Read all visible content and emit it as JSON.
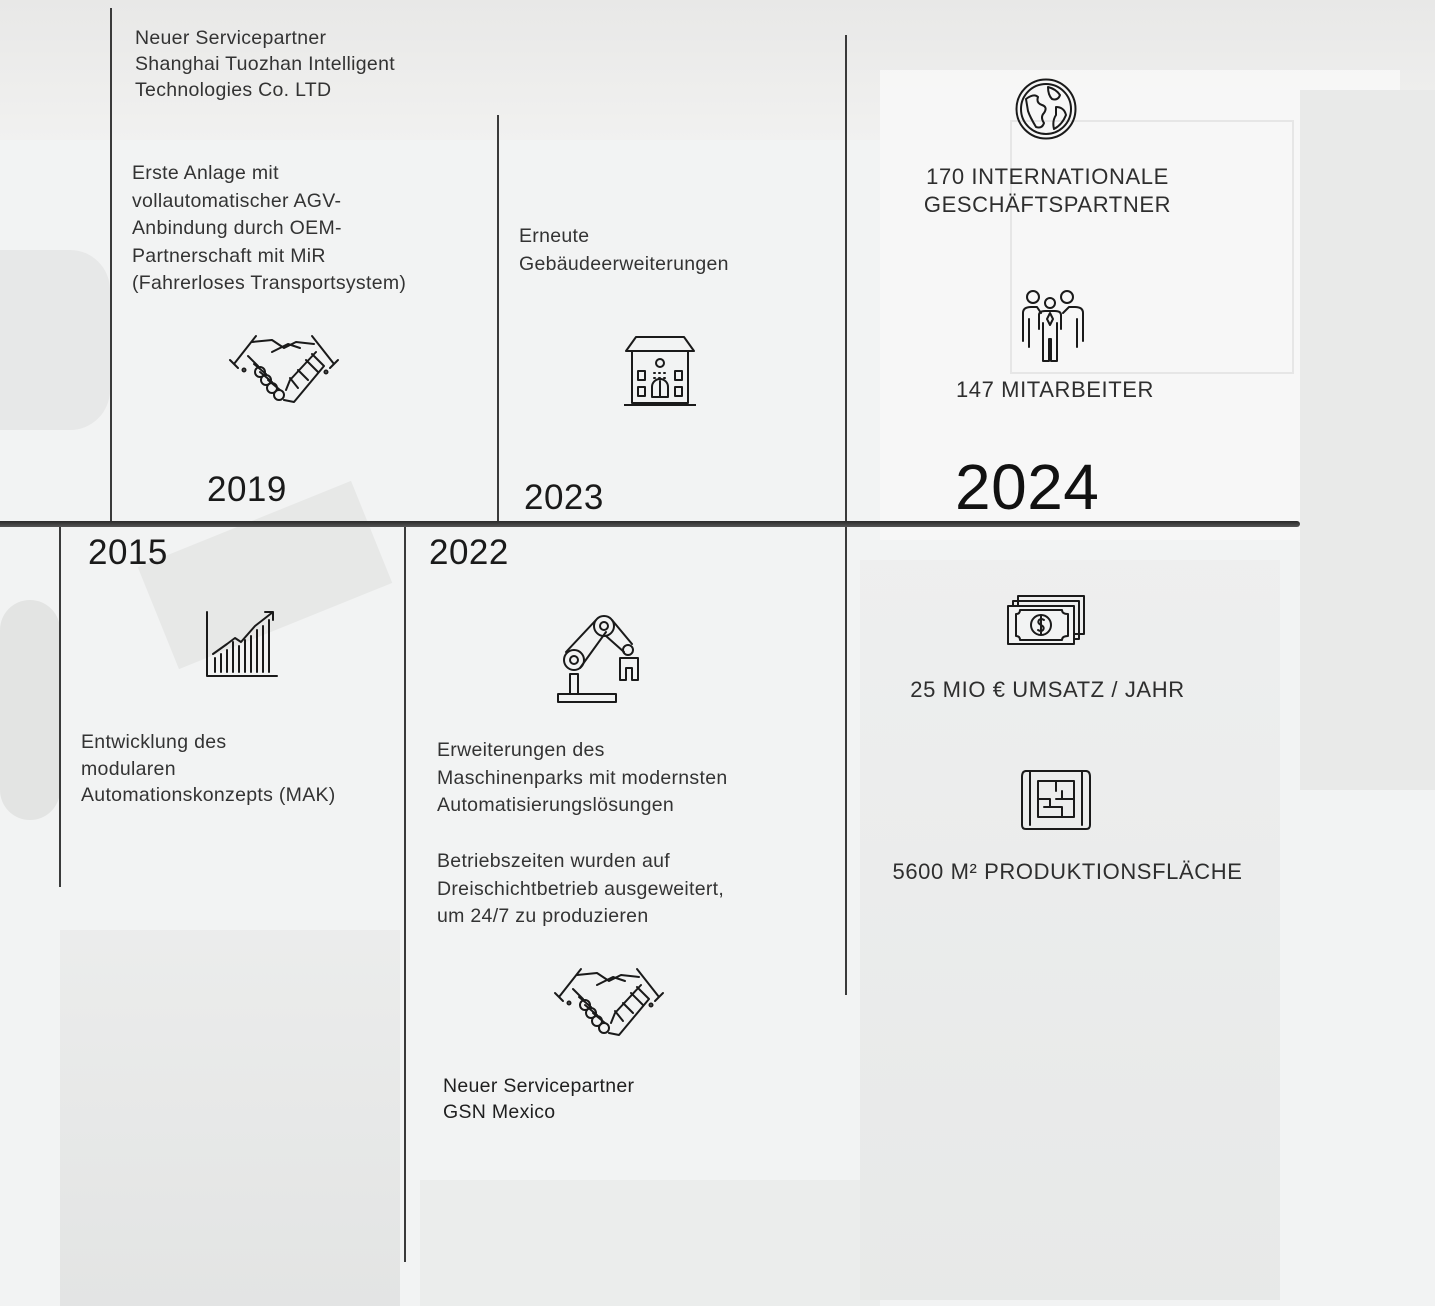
{
  "milestones": {
    "m2019_partner": "Neuer Servicepartner\nShanghai Tuozhan Intelligent\nTechnologies Co. LTD",
    "m2019_agv": "Erste Anlage mit\nvollautomatischer AGV-\nAnbindung durch OEM-\nPartnerschaft mit MiR\n(Fahrerloses Transportsystem)",
    "m2023": "Erneute\nGebäudeerweiterungen",
    "m2015": "Entwicklung des\nmodularen\nAutomationskonzepts (MAK)",
    "m2022_machines": "Erweiterungen des\nMaschinenparks mit modernsten\nAutomatisierungslösungen",
    "m2022_shifts": "Betriebszeiten wurden auf\nDreischichtbetrieb ausgeweitert,\num 24/7 zu produzieren",
    "m2022_partner": "Neuer Servicepartner\nGSN Mexico"
  },
  "years": {
    "y2019": "2019",
    "y2023": "2023",
    "y2024": "2024",
    "y2015": "2015",
    "y2022": "2022"
  },
  "stats": {
    "partners": "170 INTERNATIONALE\nGESCHÄFTSPARTNER",
    "employees": "147 MITARBEITER",
    "revenue": "25 MIO € UMSATZ / JAHR",
    "area": "5600 M² PRODUKTIONSFLÄCHE"
  },
  "icons": {
    "handshake": "handshake-icon",
    "building": "building-icon",
    "globe": "globe-icon",
    "people": "people-icon",
    "chart": "growth-chart-icon",
    "robot": "robot-arm-icon",
    "money": "money-icon",
    "blueprint": "floor-plan-icon"
  },
  "colors": {
    "line": "#2a2a2a",
    "text": "#333333",
    "background": "#f2f3f3"
  }
}
